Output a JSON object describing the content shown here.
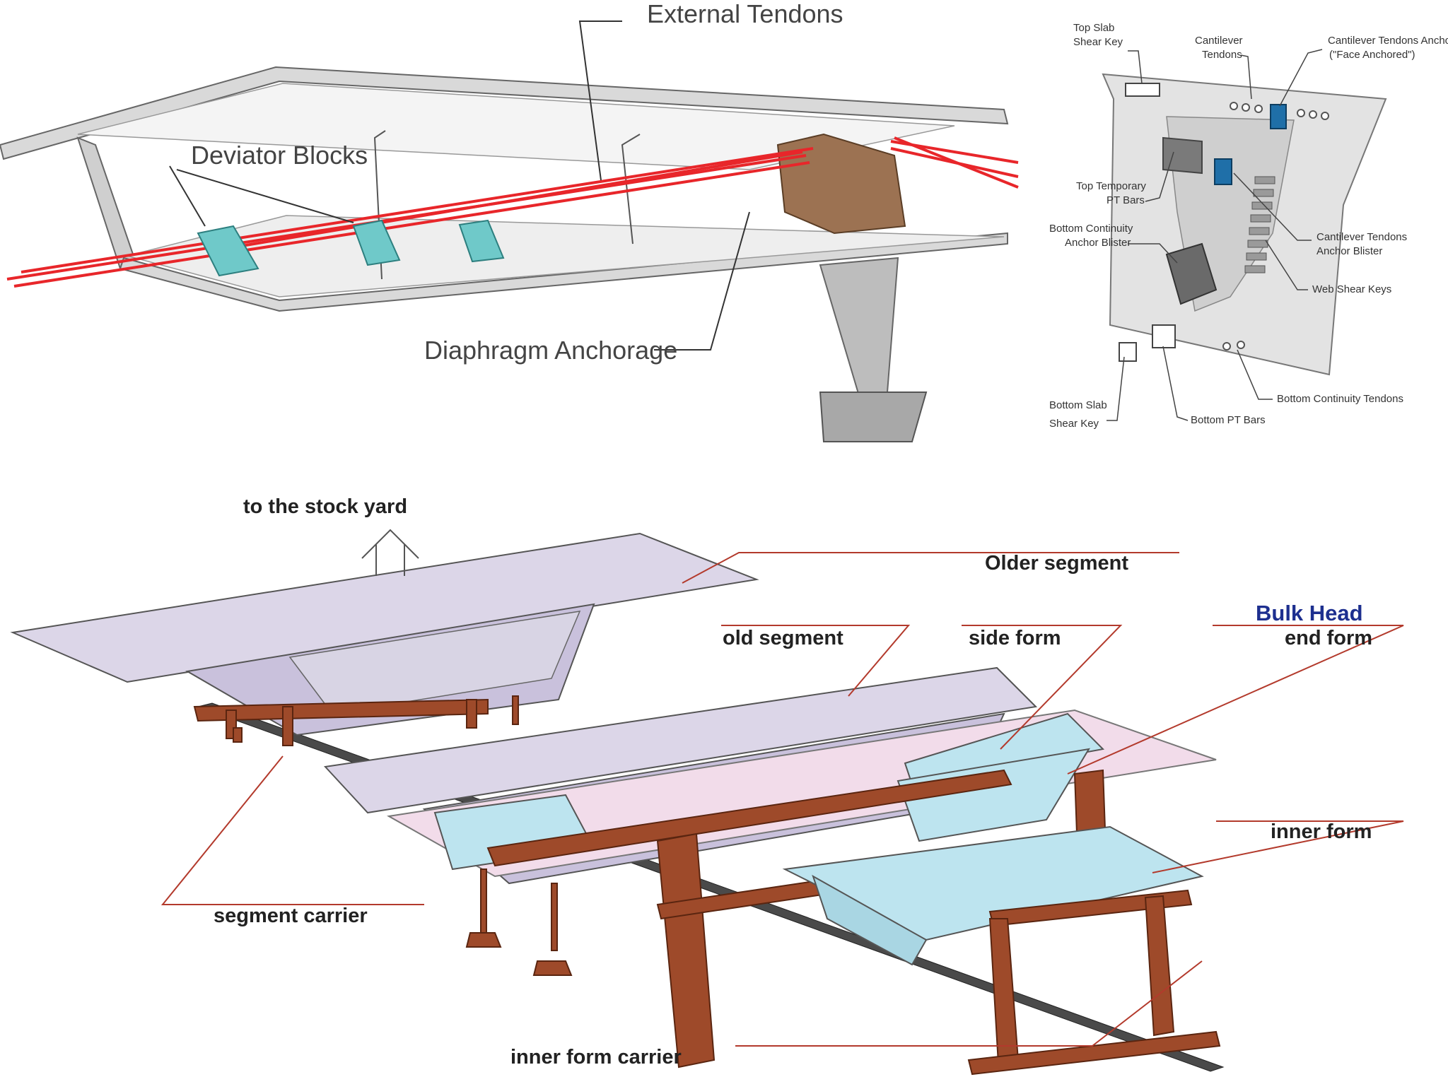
{
  "top_left_diagram": {
    "labels": {
      "external_tendons": "External Tendons",
      "deviator_blocks": "Deviator Blocks",
      "diaphragm_anchorage": "Diaphragm Anchorage"
    },
    "colors": {
      "concrete": "#d9d9d9",
      "tendon": "#e8262a",
      "deviator": "#6fc9c9",
      "anchorage": "#9c7252"
    }
  },
  "top_right_diagram": {
    "labels": {
      "top_slab_shear_key_1": "Top Slab",
      "top_slab_shear_key_2": "Shear Key",
      "cantilever_tendons_1": "Cantilever",
      "cantilever_tendons_2": "Tendons",
      "cantilever_anchor_1": "Cantilever Tendons Anchor",
      "cantilever_anchor_2": "(\"Face Anchored\")",
      "top_temp_pt_1": "Top Temporary",
      "top_temp_pt_2": "PT Bars",
      "bottom_continuity_blister_1": "Bottom Continuity",
      "bottom_continuity_blister_2": "Anchor Blister",
      "cantilever_blister_1": "Cantilever Tendons",
      "cantilever_blister_2": "Anchor Blister",
      "web_shear_keys": "Web Shear Keys",
      "bottom_slab_shear_key_1": "Bottom Slab",
      "bottom_slab_shear_key_2": "Shear Key",
      "bottom_pt_bars": "Bottom PT Bars",
      "bottom_continuity_tendons": "Bottom Continuity Tendons"
    },
    "colors": {
      "concrete": "#e3e3e3",
      "anchor": "#1f6fa8"
    }
  },
  "bottom_diagram": {
    "labels": {
      "to_stock_yard": "to the stock yard",
      "older_segment": "Older segment",
      "old_segment": "old segment",
      "side_form": "side form",
      "bulk_head": "Bulk Head",
      "end_form": "end form",
      "inner_form": "inner form",
      "segment_carrier": "segment carrier",
      "inner_form_carrier": "inner form carrier"
    },
    "colors": {
      "segment": "#dcd6e8",
      "form": "#bde4ef",
      "frame": "#9e4a2a",
      "leader": "#b33a2c",
      "bulk_head": "#1d2f8f",
      "pink_form": "#f2dcea"
    }
  }
}
